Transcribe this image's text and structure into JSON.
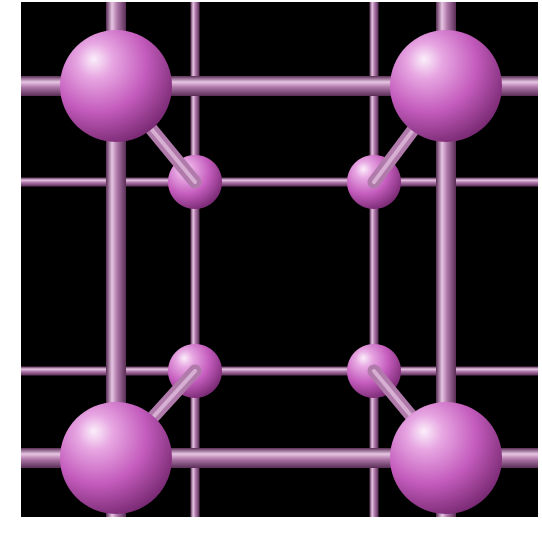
{
  "image": {
    "subject": "cubic-crystal-lattice-3d-render",
    "colors": {
      "background_border": "#ffffff",
      "background": "#000000",
      "sphere_highlight": "#fbeefa",
      "sphere_light": "#e7a6e2",
      "sphere_mid": "#c45cbd",
      "sphere_dark": "#7a2a74",
      "rod_light": "#e8c6e4",
      "rod_mid": "#b07aab",
      "rod_dark": "#5a2d56"
    },
    "lattice": {
      "front_atoms": 4,
      "back_atoms": 4,
      "diagonal_bonds": 4
    }
  }
}
